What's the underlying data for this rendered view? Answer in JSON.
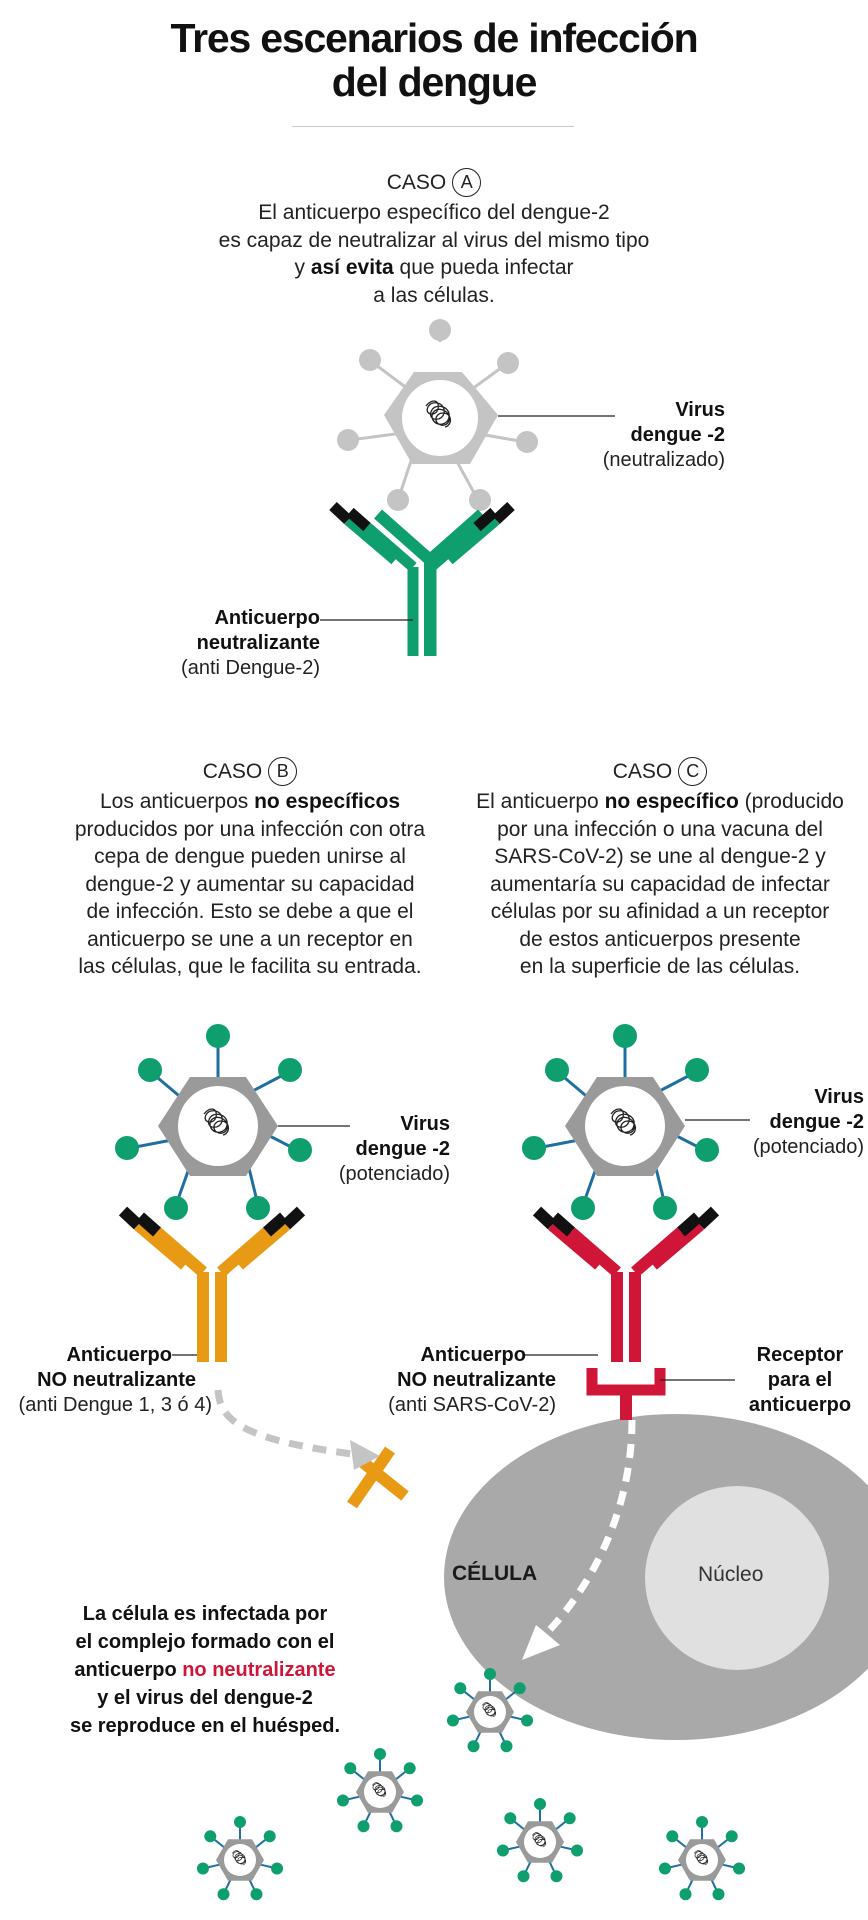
{
  "title": {
    "line1": "Tres escenarios de infección",
    "line2": "del dengue"
  },
  "case_a": {
    "word": "CASO",
    "letter": "A",
    "lines": [
      [
        "El anticuerpo específico del dengue-2"
      ],
      [
        "es capaz de neutralizar al virus del mismo tipo"
      ],
      [
        "y ",
        {
          "b": "así evita"
        },
        " que pueda infectar"
      ],
      [
        "a las células."
      ]
    ],
    "virus_label": {
      "l1": "Virus",
      "l2": "dengue -2",
      "l3": "(neutralizado)"
    },
    "antibody_label": {
      "l1": "Anticuerpo",
      "l2": "neutralizante",
      "l3": "(anti Dengue-2)"
    }
  },
  "case_b": {
    "word": "CASO",
    "letter": "B",
    "lines": [
      [
        "Los anticuerpos ",
        {
          "b": "no específicos"
        }
      ],
      [
        "producidos por una infección con otra"
      ],
      [
        "cepa de dengue pueden unirse al"
      ],
      [
        "dengue-2 y aumentar su capacidad"
      ],
      [
        "de infección. Esto se debe a que el"
      ],
      [
        "anticuerpo se une a un receptor en"
      ],
      [
        "las células, que le facilita su entrada."
      ]
    ],
    "virus_label": {
      "l1": "Virus",
      "l2": "dengue -2",
      "l3": "(potenciado)"
    },
    "antibody_label": {
      "l1": "Anticuerpo",
      "l2": "NO neutralizante",
      "l3": "(anti Dengue 1, 3 ó 4)"
    }
  },
  "case_c": {
    "word": "CASO",
    "letter": "C",
    "lines": [
      [
        "El anticuerpo ",
        {
          "b": "no específico"
        },
        " (producido"
      ],
      [
        "por una infección o una vacuna del"
      ],
      [
        "SARS-CoV-2) se une al dengue-2 y"
      ],
      [
        "aumentaría su capacidad de infectar"
      ],
      [
        "células por su afinidad a un receptor"
      ],
      [
        "de estos anticuerpos presente"
      ],
      [
        "en la superficie de las células."
      ]
    ],
    "virus_label": {
      "l1": "Virus",
      "l2": "dengue -2",
      "l3": "(potenciado)"
    },
    "antibody_label": {
      "l1": "Anticuerpo",
      "l2": "NO neutralizante",
      "l3": "(anti SARS-CoV-2)"
    },
    "receptor_label": {
      "l1": "Receptor",
      "l2": "para el",
      "l3": "anticuerpo"
    }
  },
  "cell": {
    "label": "CÉLULA",
    "nucleus": "Núcleo"
  },
  "conclusion": {
    "l1": "La célula es infectada por",
    "l2": "el complejo formado con el",
    "l3a": "anticuerpo ",
    "l3b": "no neutralizante",
    "l4": "y el virus del dengue-2",
    "l5": "se reproduce en el huésped."
  },
  "colors": {
    "green": "#0f9e6e",
    "orange": "#e89a14",
    "red": "#cf1638",
    "virus_gray": "#9a9a9a",
    "neutralized_gray": "#c4c4c4",
    "cell_gray": "#a9a9a9",
    "nucleus_gray": "#e0e0e0",
    "spike_blue": "#1f6fa0"
  }
}
